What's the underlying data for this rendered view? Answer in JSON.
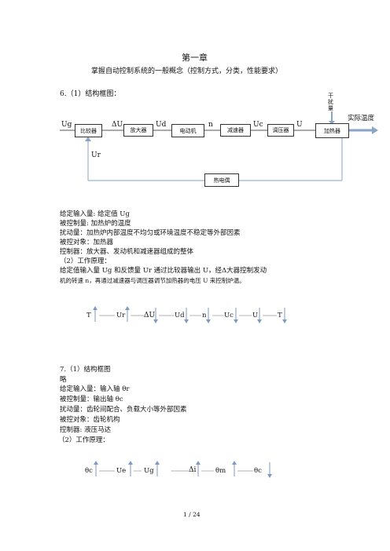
{
  "chapter": {
    "title": "第一章",
    "subtitle": "掌握自动控制系统的一般概念（控制方式，分类，性能要求）"
  },
  "q6": {
    "heading": "6.（1）结构框图：",
    "diagram": {
      "disturbance": "干扰量",
      "output": "实际温度",
      "signals": {
        "ug": "Ug",
        "du": "ΔU",
        "ud": "Ud",
        "n": "n",
        "uc": "Uc",
        "u": "U",
        "ur": "Ur"
      },
      "blocks": {
        "comparator": "比较器",
        "amplifier": "放大器",
        "motor": "电动机",
        "reducer": "减速器",
        "regulator": "调压器",
        "heater": "加热器",
        "thermocouple": "热电偶"
      }
    },
    "lines": {
      "given_input": "给定输入量:    给定值 Ug",
      "controlled": "被控制量:        加热炉的温度",
      "disturbance": "扰动量：加热炉内部温度不均匀或环境温度不稳定等外部因素",
      "object": "被控对象：加热器",
      "controller": "控制器：放大器、发动机和减速器组成的整体",
      "principle_heading": "（2）工作原理：",
      "principle_1": "给定值输入量 Ug 和反馈量 Ur 通过比较器输出    U，经Δ大器控制发动",
      "principle_2": "机的转速 n，再通过减速器与调压器调节加热器的电压 U 来控制炉温。"
    },
    "chain": [
      "T",
      "Ur",
      "ΔU",
      "Ud",
      "n",
      "Uc",
      "U",
      "T"
    ]
  },
  "q7": {
    "heading": "7.（1）结构框图",
    "lines": {
      "omitted": "略",
      "given_input": "给定输入量：输入轴 θr",
      "controlled": "被控制量：输出轴 θc",
      "disturbance": "扰动量：齿轮间配合、负载大小等外部因素",
      "object": "被控对象：齿轮机构",
      "controller": "控制器:          液压马达",
      "principle_heading": "（2）工作原理："
    },
    "chain": [
      "θc",
      "Ue",
      "Ug",
      "Δi",
      "θm",
      "θc"
    ]
  },
  "footer": {
    "page": "1  /  24"
  }
}
